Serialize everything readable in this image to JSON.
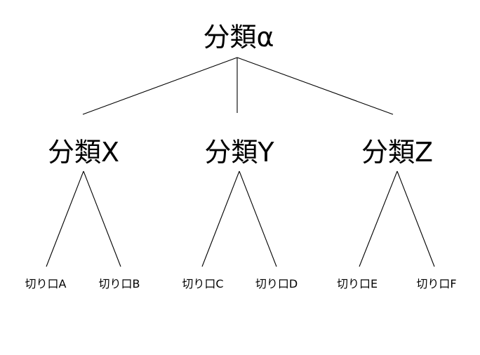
{
  "tree": {
    "root": {
      "label": "分類α",
      "children": [
        {
          "label": "分類X",
          "children": [
            {
              "label": "切り口A"
            },
            {
              "label": "切り口B"
            }
          ]
        },
        {
          "label": "分類Y",
          "children": [
            {
              "label": "切り口C"
            },
            {
              "label": "切り口D"
            }
          ]
        },
        {
          "label": "分類Z",
          "children": [
            {
              "label": "切り口E"
            },
            {
              "label": "切り口F"
            }
          ]
        }
      ]
    }
  },
  "colors": {
    "line": "#000000",
    "text": "#000000",
    "background": "#ffffff"
  }
}
